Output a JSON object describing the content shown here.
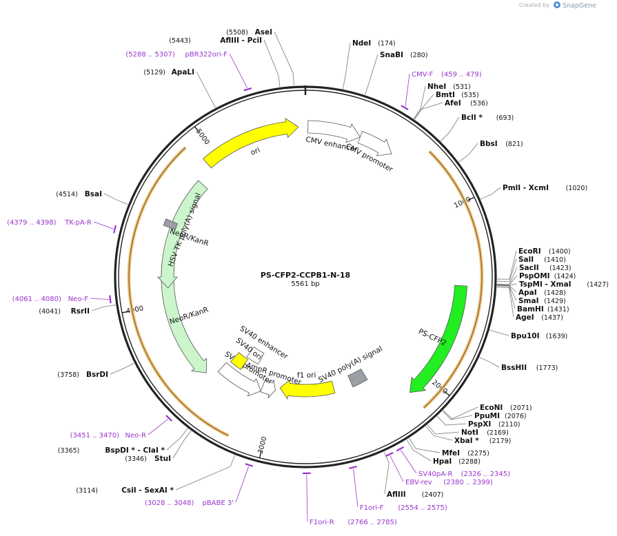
{
  "plasmid": {
    "name": "PS-CFP2-CCPB1-N-18",
    "length_label": "5561 bp",
    "length": 5561
  },
  "credit": {
    "text": "Created by",
    "brand": "SnapGene"
  },
  "colors": {
    "backbone": "#222222",
    "enzyme": "#111111",
    "primer": "#9933cc",
    "ori": "#ffff00",
    "cfp": "#22ee22",
    "neo": "#ccf5cc",
    "promoter": "#ffffff",
    "polyA": "#9aa0a6",
    "orf": "#ecc88a",
    "orf_stroke": "#8a5a10"
  },
  "ticks": [
    {
      "label": "1000",
      "bp": 1000
    },
    {
      "label": "2000",
      "bp": 2000
    },
    {
      "label": "3000",
      "bp": 3000
    },
    {
      "label": "4000",
      "bp": 4000
    },
    {
      "label": "5000",
      "bp": 5000
    }
  ],
  "enzymes": [
    {
      "name": "AseI",
      "pos": "(5508)",
      "bp": 5508
    },
    {
      "name": "AflIII  - PciI",
      "pos": "(5443)",
      "bp": 5443
    },
    {
      "name": "ApaLI",
      "pos": "(5129)",
      "bp": 5129
    },
    {
      "name": "NdeI",
      "pos": "(174)",
      "bp": 174
    },
    {
      "name": "SnaBI",
      "pos": "(280)",
      "bp": 280
    },
    {
      "name": "NheI",
      "pos": "(531)",
      "bp": 531
    },
    {
      "name": "BmtI",
      "pos": "(535)",
      "bp": 535
    },
    {
      "name": "AfeI",
      "pos": "(536)",
      "bp": 536
    },
    {
      "name": "BclI *",
      "pos": "(693)",
      "bp": 693
    },
    {
      "name": "BbsI",
      "pos": "(821)",
      "bp": 821
    },
    {
      "name": "PmlI  - XcmI",
      "pos": "(1020)",
      "bp": 1020
    },
    {
      "name": "EcoRI",
      "pos": "(1400)",
      "bp": 1400
    },
    {
      "name": "SalI",
      "pos": "(1410)",
      "bp": 1410
    },
    {
      "name": "SacII",
      "pos": "(1423)",
      "bp": 1423
    },
    {
      "name": "PspOMI",
      "pos": "(1424)",
      "bp": 1424
    },
    {
      "name": "TspMI  - XmaI",
      "pos": "(1427)",
      "bp": 1427
    },
    {
      "name": "ApaI",
      "pos": "(1428)",
      "bp": 1428
    },
    {
      "name": "SmaI",
      "pos": "(1429)",
      "bp": 1429
    },
    {
      "name": "BamHI",
      "pos": "(1431)",
      "bp": 1431
    },
    {
      "name": "AgeI",
      "pos": "(1437)",
      "bp": 1437
    },
    {
      "name": "Bpu10I",
      "pos": "(1639)",
      "bp": 1639
    },
    {
      "name": "BssHII",
      "pos": "(1773)",
      "bp": 1773
    },
    {
      "name": "EcoNI",
      "pos": "(2071)",
      "bp": 2071
    },
    {
      "name": "PpuMI",
      "pos": "(2076)",
      "bp": 2076
    },
    {
      "name": "PspXI",
      "pos": "(2110)",
      "bp": 2110
    },
    {
      "name": "NotI",
      "pos": "(2169)",
      "bp": 2169
    },
    {
      "name": "XbaI *",
      "pos": "(2179)",
      "bp": 2179
    },
    {
      "name": "MfeI",
      "pos": "(2275)",
      "bp": 2275
    },
    {
      "name": "HpaI",
      "pos": "(2288)",
      "bp": 2288
    },
    {
      "name": "AflIII",
      "pos": "(2407)",
      "bp": 2407
    },
    {
      "name": "CsiI  - SexAI *",
      "pos": "(3114)",
      "bp": 3114
    },
    {
      "name": "BspDI *  - ClaI *",
      "pos": "(3365)",
      "bp": 3365
    },
    {
      "name": "StuI",
      "pos": "(3346)",
      "bp": 3346
    },
    {
      "name": "BsrDI",
      "pos": "(3758)",
      "bp": 3758
    },
    {
      "name": "RsrII",
      "pos": "(4041)",
      "bp": 4041
    },
    {
      "name": "BsaI",
      "pos": "(4514)",
      "bp": 4514
    }
  ],
  "primers": [
    {
      "name": "pBR322ori-F",
      "range": "(5288 .. 5307)",
      "bp": 5297
    },
    {
      "name": "CMV-F",
      "range": "(459 .. 479)",
      "bp": 469
    },
    {
      "name": "TK-pA-R",
      "range": "(4379 .. 4398)",
      "bp": 4388
    },
    {
      "name": "Neo-F",
      "range": "(4061 .. 4080)",
      "bp": 4070
    },
    {
      "name": "Neo-R",
      "range": "(3451 .. 3470)",
      "bp": 3460
    },
    {
      "name": "pBABE 3'",
      "range": "(3028 .. 3048)",
      "bp": 3038
    },
    {
      "name": "F1ori-R",
      "range": "(2766 .. 2785)",
      "bp": 2775
    },
    {
      "name": "F1ori-F",
      "range": "(2554 .. 2575)",
      "bp": 2564
    },
    {
      "name": "EBV-rev",
      "range": "(2380 .. 2399)",
      "bp": 2389
    },
    {
      "name": "SV40pA-R",
      "range": "(2326 .. 2345)",
      "bp": 2335
    }
  ],
  "features": [
    {
      "name": "ori",
      "start": 4930,
      "end": 5520,
      "kind": "ori",
      "direction": "forward"
    },
    {
      "name": "CMV enhancer",
      "start": 15,
      "end": 330,
      "kind": "promoter",
      "direction": "forward"
    },
    {
      "name": "CMV promoter",
      "start": 330,
      "end": 540,
      "kind": "promoter",
      "direction": "forward"
    },
    {
      "name": "PS-CFP2",
      "start": 1440,
      "end": 2130,
      "kind": "cfp",
      "direction": "forward"
    },
    {
      "name": "SV40 poly(A) signal",
      "start": 2300,
      "end": 2420,
      "kind": "polyA",
      "direction": "none"
    },
    {
      "name": "f1 ori",
      "start": 2560,
      "end": 2980,
      "kind": "ori",
      "direction": "forward"
    },
    {
      "name": "AmpR promoter",
      "start": 3010,
      "end": 3110,
      "kind": "promoter",
      "direction": "reverse"
    },
    {
      "name": "SV40 promoter",
      "start": 3110,
      "end": 3440,
      "kind": "promoter",
      "direction": "reverse"
    },
    {
      "name": "SV40 enhancer",
      "start": 3220,
      "end": 3340,
      "kind": "promoter",
      "direction": "none"
    },
    {
      "name": "SV40 ori",
      "start": 3320,
      "end": 3420,
      "kind": "ori",
      "direction": "none"
    },
    {
      "name": "NeoR/KanR",
      "start": 3490,
      "end": 4280,
      "kind": "neo",
      "direction": "reverse"
    },
    {
      "name": "NeoR/KanR",
      "start": 4100,
      "end": 4820,
      "kind": "neo",
      "direction": "reverse"
    },
    {
      "name": "HSV TK poly(A) signal",
      "start": 4480,
      "end": 4520,
      "kind": "polyA",
      "direction": "none"
    }
  ],
  "orfs": [
    {
      "start": 690,
      "end": 2130
    },
    {
      "start": 3180,
      "end": 4900
    },
    {
      "start": 3550,
      "end": 4250
    }
  ]
}
